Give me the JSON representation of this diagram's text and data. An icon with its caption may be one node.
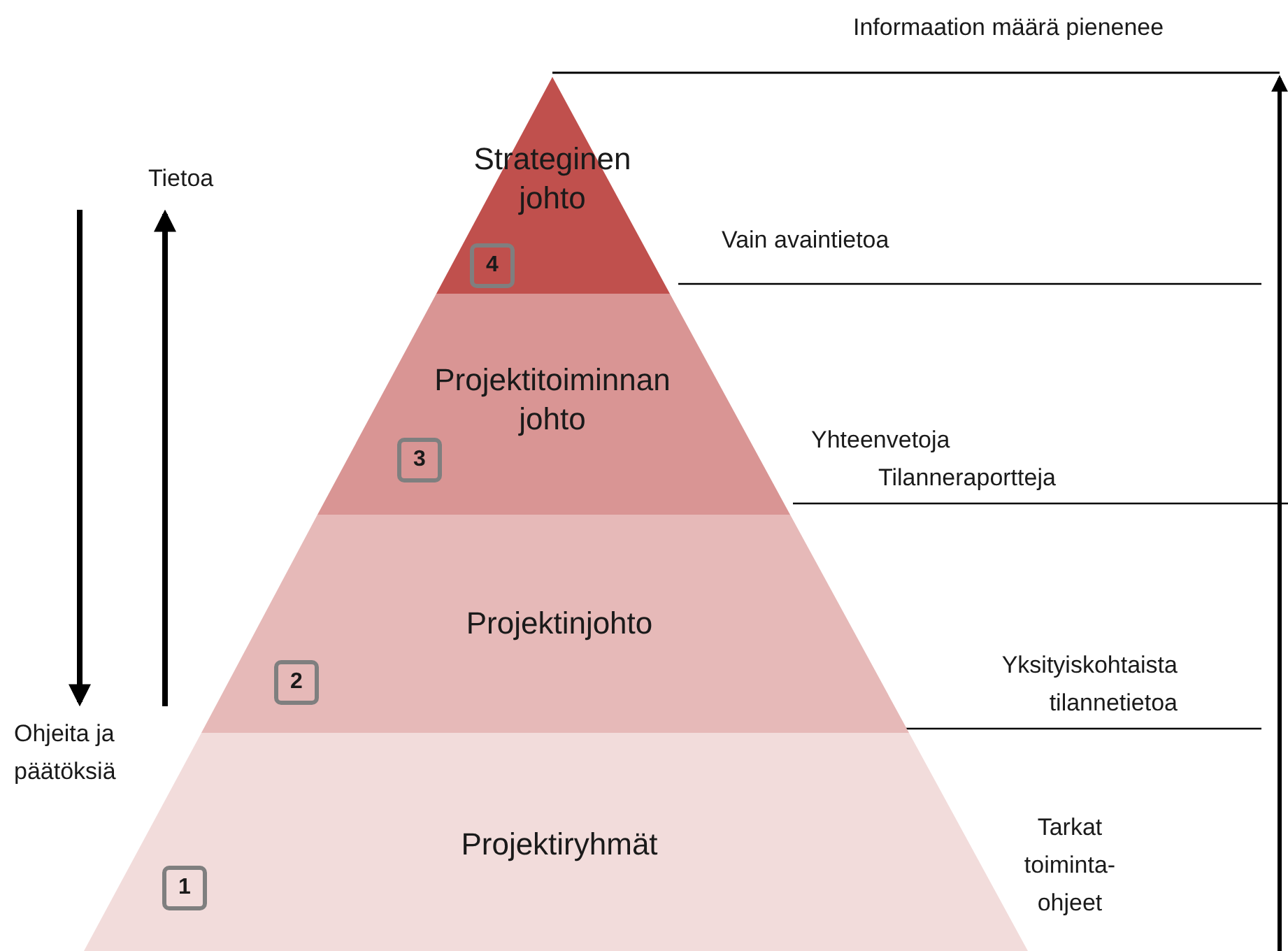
{
  "diagram": {
    "nodes": [
      {
        "text": [
          "Strateginen johto"
        ]
      },
      {
        "text": [
          "4"
        ],
        "in": 0
      },
      {
        "text": [
          "Projektitoiminnan johto"
        ]
      },
      {
        "text": [
          "3"
        ],
        "in": 2
      },
      {
        "text": [
          "Projektinjohto"
        ]
      },
      {
        "text": [
          "2"
        ],
        "in": 4
      },
      {
        "text": [
          "Projektiryhmät"
        ]
      },
      {
        "text": [
          "1"
        ],
        "in": 6
      }
    ],
    "labels": [
      "Informaation määrä pienenee",
      "Tietoa",
      "Vain avaintietoa",
      "Yhteenvetoja",
      "Tilanneraportteja",
      "Yksityiskohtaista tilannetietoa",
      "Ohjeita ja päätöksiä",
      "Tarkat toiminta-ohjeet"
    ]
  }
}
